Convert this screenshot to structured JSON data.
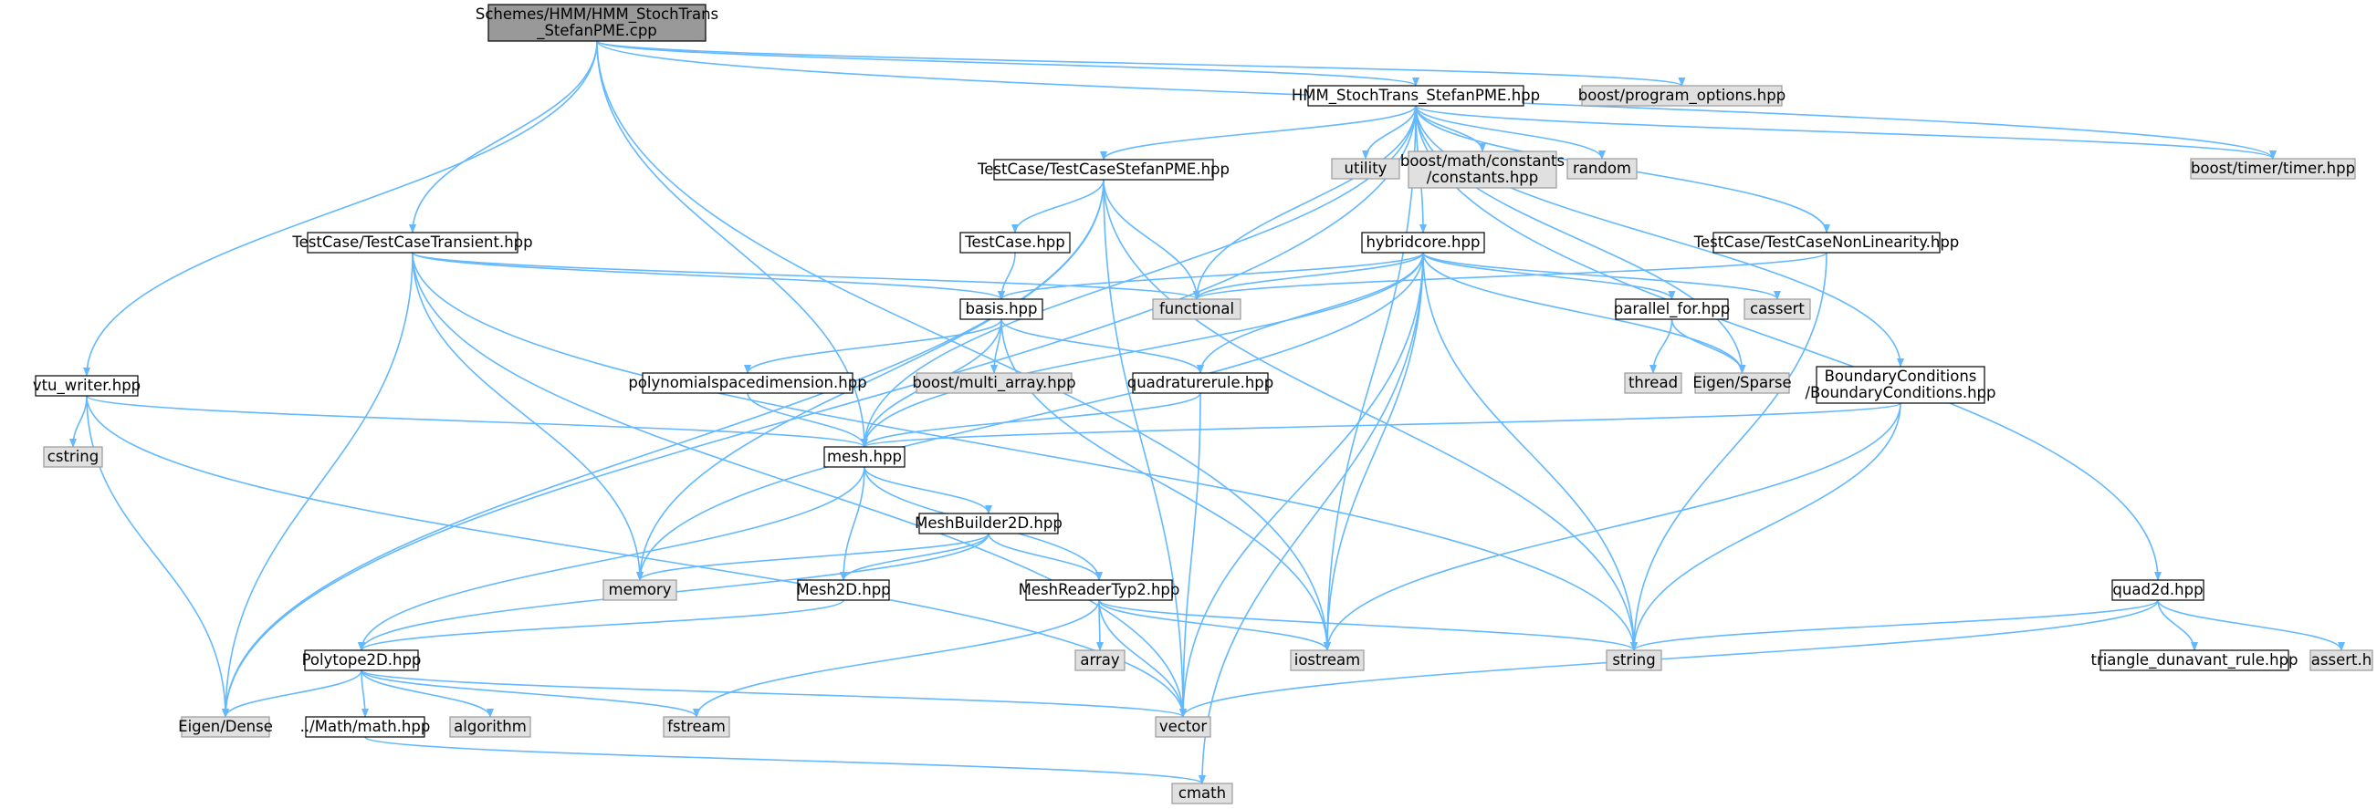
{
  "colors": {
    "edge": "#63b8ff",
    "root_fill": "#999999",
    "doc_fill": "#ffffff",
    "ext_fill": "#e0e0e0",
    "doc_border": "#000000",
    "ext_border": "#999999"
  },
  "nodes": [
    {
      "id": "root",
      "lines": [
        "Schemes/HMM/HMM_StochTrans",
        "_StefanPME.cpp"
      ],
      "kind": "root"
    },
    {
      "id": "hmm_hpp",
      "lines": [
        "HMM_StochTrans_StefanPME.hpp"
      ],
      "kind": "doc"
    },
    {
      "id": "boost_po",
      "lines": [
        "boost/program_options.hpp"
      ],
      "kind": "ext"
    },
    {
      "id": "boost_timer",
      "lines": [
        "boost/timer/timer.hpp"
      ],
      "kind": "ext"
    },
    {
      "id": "tc_stefan",
      "lines": [
        "TestCase/TestCaseStefanPME.hpp"
      ],
      "kind": "doc"
    },
    {
      "id": "utility",
      "lines": [
        "utility"
      ],
      "kind": "ext"
    },
    {
      "id": "boost_math",
      "lines": [
        "boost/math/constants",
        "/constants.hpp"
      ],
      "kind": "ext"
    },
    {
      "id": "random",
      "lines": [
        "random"
      ],
      "kind": "ext"
    },
    {
      "id": "tc_transient",
      "lines": [
        "TestCase/TestCaseTransient.hpp"
      ],
      "kind": "doc"
    },
    {
      "id": "testcase",
      "lines": [
        "TestCase.hpp"
      ],
      "kind": "doc"
    },
    {
      "id": "hybridcore",
      "lines": [
        "hybridcore.hpp"
      ],
      "kind": "doc"
    },
    {
      "id": "tc_nonlin",
      "lines": [
        "TestCase/TestCaseNonLinearity.hpp"
      ],
      "kind": "doc"
    },
    {
      "id": "functional",
      "lines": [
        "functional"
      ],
      "kind": "ext"
    },
    {
      "id": "basis",
      "lines": [
        "basis.hpp"
      ],
      "kind": "doc"
    },
    {
      "id": "parallel_for",
      "lines": [
        "parallel_for.hpp"
      ],
      "kind": "doc"
    },
    {
      "id": "cassert",
      "lines": [
        "cassert"
      ],
      "kind": "ext"
    },
    {
      "id": "vtu_writer",
      "lines": [
        "vtu_writer.hpp"
      ],
      "kind": "doc"
    },
    {
      "id": "polyspace",
      "lines": [
        "polynomialspacedimension.hpp"
      ],
      "kind": "doc"
    },
    {
      "id": "boost_multi",
      "lines": [
        "boost/multi_array.hpp"
      ],
      "kind": "ext"
    },
    {
      "id": "quadrule",
      "lines": [
        "quadraturerule.hpp"
      ],
      "kind": "doc"
    },
    {
      "id": "thread",
      "lines": [
        "thread"
      ],
      "kind": "ext"
    },
    {
      "id": "eigen_sparse",
      "lines": [
        "Eigen/Sparse"
      ],
      "kind": "ext"
    },
    {
      "id": "boundary",
      "lines": [
        "BoundaryConditions",
        "/BoundaryConditions.hpp"
      ],
      "kind": "doc"
    },
    {
      "id": "cstring",
      "lines": [
        "cstring"
      ],
      "kind": "ext"
    },
    {
      "id": "mesh",
      "lines": [
        "mesh.hpp"
      ],
      "kind": "doc"
    },
    {
      "id": "meshbuilder",
      "lines": [
        "MeshBuilder2D.hpp"
      ],
      "kind": "doc"
    },
    {
      "id": "memory",
      "lines": [
        "memory"
      ],
      "kind": "ext"
    },
    {
      "id": "mesh2d",
      "lines": [
        "Mesh2D.hpp"
      ],
      "kind": "doc"
    },
    {
      "id": "meshreader",
      "lines": [
        "MeshReaderTyp2.hpp"
      ],
      "kind": "doc"
    },
    {
      "id": "quad2d",
      "lines": [
        "quad2d.hpp"
      ],
      "kind": "doc"
    },
    {
      "id": "polytope",
      "lines": [
        "Polytope2D.hpp"
      ],
      "kind": "doc"
    },
    {
      "id": "array",
      "lines": [
        "array"
      ],
      "kind": "ext"
    },
    {
      "id": "iostream",
      "lines": [
        "iostream"
      ],
      "kind": "ext"
    },
    {
      "id": "string",
      "lines": [
        "string"
      ],
      "kind": "ext"
    },
    {
      "id": "triangle",
      "lines": [
        "triangle_dunavant_rule.hpp"
      ],
      "kind": "doc"
    },
    {
      "id": "asserth",
      "lines": [
        "assert.h"
      ],
      "kind": "ext"
    },
    {
      "id": "eigen_dense",
      "lines": [
        "Eigen/Dense"
      ],
      "kind": "ext"
    },
    {
      "id": "math",
      "lines": [
        "../Math/math.hpp"
      ],
      "kind": "doc"
    },
    {
      "id": "algorithm",
      "lines": [
        "algorithm"
      ],
      "kind": "ext"
    },
    {
      "id": "fstream",
      "lines": [
        "fstream"
      ],
      "kind": "ext"
    },
    {
      "id": "vector",
      "lines": [
        "vector"
      ],
      "kind": "ext"
    },
    {
      "id": "cmath",
      "lines": [
        "cmath"
      ],
      "kind": "ext"
    }
  ],
  "edges": [
    [
      "root",
      "hmm_hpp"
    ],
    [
      "root",
      "boost_po"
    ],
    [
      "root",
      "boost_timer"
    ],
    [
      "root",
      "tc_transient"
    ],
    [
      "root",
      "vtu_writer"
    ],
    [
      "root",
      "mesh"
    ],
    [
      "root",
      "iostream"
    ],
    [
      "hmm_hpp",
      "tc_stefan"
    ],
    [
      "hmm_hpp",
      "utility"
    ],
    [
      "hmm_hpp",
      "boost_math"
    ],
    [
      "hmm_hpp",
      "random"
    ],
    [
      "hmm_hpp",
      "boost_timer"
    ],
    [
      "hmm_hpp",
      "hybridcore"
    ],
    [
      "hmm_hpp",
      "tc_nonlin"
    ],
    [
      "hmm_hpp",
      "functional"
    ],
    [
      "hmm_hpp",
      "mesh"
    ],
    [
      "hmm_hpp",
      "eigen_dense"
    ],
    [
      "hmm_hpp",
      "boundary"
    ],
    [
      "hmm_hpp",
      "quad2d"
    ],
    [
      "hmm_hpp",
      "iostream"
    ],
    [
      "hmm_hpp",
      "eigen_sparse"
    ],
    [
      "tc_stefan",
      "testcase"
    ],
    [
      "tc_stefan",
      "functional"
    ],
    [
      "tc_stefan",
      "string"
    ],
    [
      "tc_stefan",
      "memory"
    ],
    [
      "tc_stefan",
      "eigen_dense"
    ],
    [
      "tc_stefan",
      "vector"
    ],
    [
      "testcase",
      "basis"
    ],
    [
      "tc_transient",
      "basis"
    ],
    [
      "tc_transient",
      "functional"
    ],
    [
      "tc_transient",
      "memory"
    ],
    [
      "tc_transient",
      "string"
    ],
    [
      "tc_transient",
      "eigen_dense"
    ],
    [
      "tc_transient",
      "vector"
    ],
    [
      "hybridcore",
      "basis"
    ],
    [
      "hybridcore",
      "functional"
    ],
    [
      "hybridcore",
      "parallel_for"
    ],
    [
      "hybridcore",
      "cassert"
    ],
    [
      "hybridcore",
      "quadrule"
    ],
    [
      "hybridcore",
      "mesh"
    ],
    [
      "hybridcore",
      "memory"
    ],
    [
      "hybridcore",
      "iostream"
    ],
    [
      "hybridcore",
      "string"
    ],
    [
      "hybridcore",
      "vector"
    ],
    [
      "hybridcore",
      "cmath"
    ],
    [
      "hybridcore",
      "eigen_sparse"
    ],
    [
      "tc_nonlin",
      "functional"
    ],
    [
      "tc_nonlin",
      "string"
    ],
    [
      "basis",
      "polyspace"
    ],
    [
      "basis",
      "boost_multi"
    ],
    [
      "basis",
      "quadrule"
    ],
    [
      "basis",
      "mesh"
    ],
    [
      "basis",
      "iostream"
    ],
    [
      "parallel_for",
      "thread"
    ],
    [
      "parallel_for",
      "eigen_sparse"
    ],
    [
      "vtu_writer",
      "cstring"
    ],
    [
      "vtu_writer",
      "mesh"
    ],
    [
      "vtu_writer",
      "eigen_dense"
    ],
    [
      "vtu_writer",
      "vector"
    ],
    [
      "polyspace",
      "mesh"
    ],
    [
      "quadrule",
      "mesh"
    ],
    [
      "quadrule",
      "vector"
    ],
    [
      "boundary",
      "mesh"
    ],
    [
      "boundary",
      "iostream"
    ],
    [
      "boundary",
      "string"
    ],
    [
      "mesh",
      "meshbuilder"
    ],
    [
      "mesh",
      "mesh2d"
    ],
    [
      "mesh",
      "meshreader"
    ],
    [
      "mesh",
      "polytope"
    ],
    [
      "meshbuilder",
      "memory"
    ],
    [
      "meshbuilder",
      "mesh2d"
    ],
    [
      "meshbuilder",
      "meshreader"
    ],
    [
      "meshbuilder",
      "polytope"
    ],
    [
      "mesh2d",
      "polytope"
    ],
    [
      "meshreader",
      "array"
    ],
    [
      "meshreader",
      "iostream"
    ],
    [
      "meshreader",
      "string"
    ],
    [
      "meshreader",
      "fstream"
    ],
    [
      "meshreader",
      "vector"
    ],
    [
      "quad2d",
      "triangle"
    ],
    [
      "quad2d",
      "asserth"
    ],
    [
      "quad2d",
      "string"
    ],
    [
      "quad2d",
      "vector"
    ],
    [
      "polytope",
      "eigen_dense"
    ],
    [
      "polytope",
      "math"
    ],
    [
      "polytope",
      "algorithm"
    ],
    [
      "polytope",
      "fstream"
    ],
    [
      "polytope",
      "vector"
    ],
    [
      "math",
      "cmath"
    ]
  ]
}
